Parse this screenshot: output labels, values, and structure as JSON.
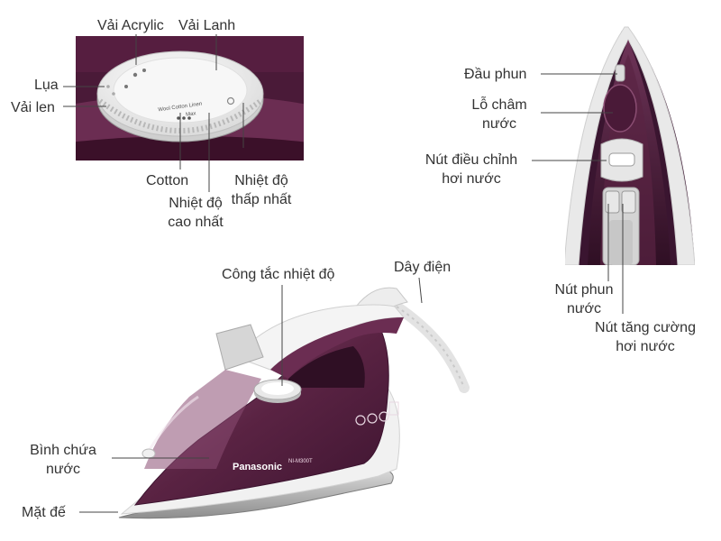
{
  "colors": {
    "plum": "#5a2343",
    "plum_dark": "#3d1430",
    "plum_light": "#8a4d72",
    "shell_white": "#f3f3f3",
    "soleplate": "#b9b9b9",
    "leader": "#444444"
  },
  "brand": {
    "name": "Panasonic",
    "model": "NI-M300T"
  },
  "dial": {
    "text_line1": "Wool Cotton Linen",
    "text_line2": "Max"
  },
  "labels": {
    "acrylic": "Vải Acrylic",
    "linen": "Vải Lanh",
    "silk": "Lụa",
    "wool": "Vải len",
    "cotton": "Cotton",
    "max_temp_1": "Nhiệt độ",
    "max_temp_2": "cao nhất",
    "min_temp_1": "Nhiệt độ",
    "min_temp_2": "thấp nhất",
    "nozzle": "Đầu phun",
    "water_inlet_1": "Lỗ châm",
    "water_inlet_2": "nước",
    "steam_control_1": "Nút điều chỉnh",
    "steam_control_2": "hơi nước",
    "spray_button_1": "Nút phun",
    "spray_button_2": "nước",
    "burst_button_1": "Nút tăng cường",
    "burst_button_2": "hơi nước",
    "thermostat": "Công tắc nhiệt độ",
    "power_cord": "Dây điện",
    "water_tank_1": "Bình chứa",
    "water_tank_2": "nước",
    "soleplate": "Mặt đế"
  }
}
